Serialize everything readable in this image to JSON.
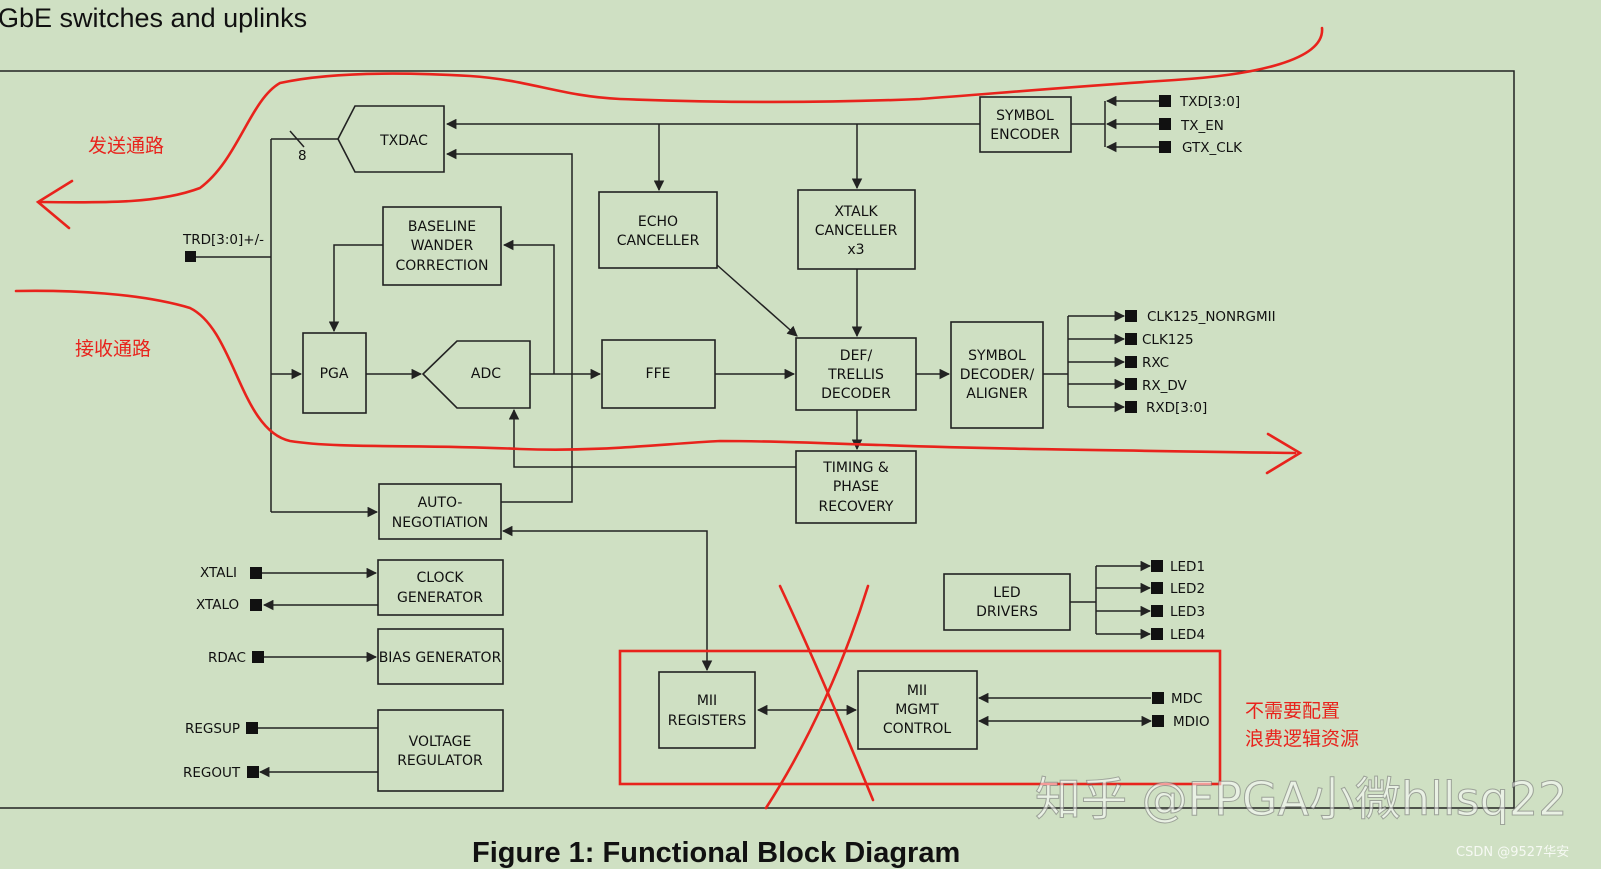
{
  "header": {
    "title": "GbE switches and uplinks"
  },
  "caption": "Figure 1:  Functional Block Diagram",
  "blocks": {
    "txdac": "TXDAC",
    "symbol_encoder": [
      "SYMBOL",
      "ENCODER"
    ],
    "echo_canceller": [
      "ECHO",
      "CANCELLER"
    ],
    "xtalk_canceller": [
      "XTALK",
      "CANCELLER",
      "x3"
    ],
    "baseline_wander": [
      "BASELINE",
      "WANDER",
      "CORRECTION"
    ],
    "pga": "PGA",
    "adc": "ADC",
    "ffe": "FFE",
    "def_trellis": [
      "DEF/",
      "TRELLIS",
      "DECODER"
    ],
    "symbol_decoder": [
      "SYMBOL",
      "DECODER/",
      "ALIGNER"
    ],
    "timing_phase": [
      "TIMING &",
      "PHASE",
      "RECOVERY"
    ],
    "auto_neg": [
      "AUTO-",
      "NEGOTIATION"
    ],
    "clock_gen": [
      "CLOCK",
      "GENERATOR"
    ],
    "bias_gen": "BIAS GENERATOR",
    "voltage_reg": [
      "VOLTAGE",
      "REGULATOR"
    ],
    "led_drivers": [
      "LED",
      "DRIVERS"
    ],
    "mii_registers": [
      "MII",
      "REGISTERS"
    ],
    "mii_mgmt": [
      "MII",
      "MGMT",
      "CONTROL"
    ]
  },
  "pins": {
    "bus_width": "8",
    "trd": "TRD[3:0]+/-",
    "tx": [
      "TXD[3:0]",
      "TX_EN",
      "GTX_CLK"
    ],
    "rx": [
      "CLK125_NONRGMII",
      "CLK125",
      "RXC",
      "RX_DV",
      "RXD[3:0]"
    ],
    "xtali": "XTALI",
    "xtalo": "XTALO",
    "rdac": "RDAC",
    "regsup": "REGSUP",
    "regout": "REGOUT",
    "leds": [
      "LED1",
      "LED2",
      "LED3",
      "LED4"
    ],
    "mdc": "MDC",
    "mdio": "MDIO"
  },
  "annotations": {
    "tx_path": "发送通路",
    "rx_path": "接收通路",
    "not_needed": [
      "不需要配置",
      "浪费逻辑资源"
    ],
    "color": "#e8231c"
  },
  "watermark": {
    "text": "知乎 @FPGA小微hllsq22",
    "csdn": "CSDN @9527华安"
  }
}
